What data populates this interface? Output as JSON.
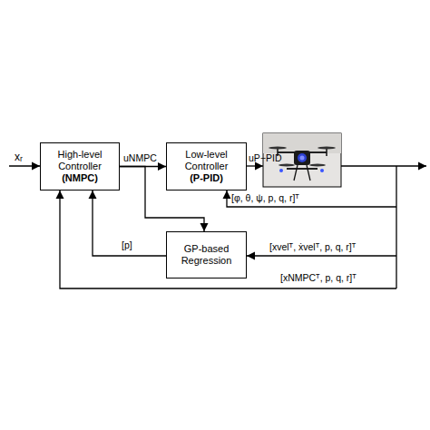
{
  "diagram": {
    "nodes": [
      {
        "text": [
          "High-level Controller",
          "(NMPC)"
        ]
      },
      {
        "text": [
          "Low-level Controller",
          "(P-PID)"
        ]
      },
      {
        "text": [
          "GP-based Regression"
        ]
      }
    ],
    "edges": [
      {
        "from": 0,
        "to": 1,
        "arrow": "to",
        "label": "uNMPC"
      },
      {
        "from": 0,
        "to": 2,
        "arrow": "to"
      },
      {
        "from": 2,
        "to": 0,
        "arrow": "to",
        "label": "[p]"
      }
    ],
    "labels": [
      "xᵣ",
      "uP−PID",
      "[φ, θ, ψ, p, q, r]ᵀ",
      "[xvelᵀ, ẋvelᵀ, p, q, r]ᵀ",
      "[xNMPCᵀ, p, q, r]ᵀ"
    ]
  }
}
